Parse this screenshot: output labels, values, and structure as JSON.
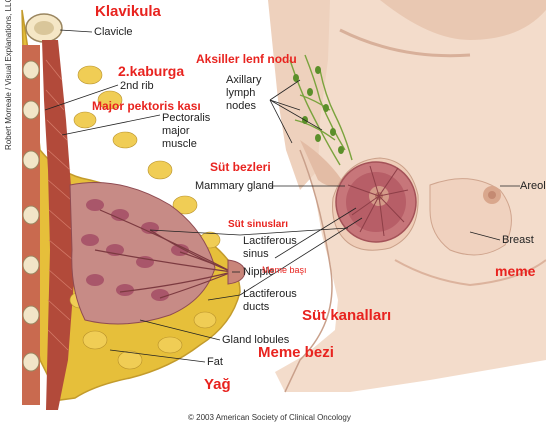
{
  "credit_vertical": "Robert Morreale / Visual Explanations, LLC",
  "copyright": "© 2003 American Society of Clinical Oncology",
  "labels_en": {
    "clavicle": "Clavicle",
    "rib": "2nd rib",
    "pectoralis": [
      "Pectoralis",
      "major",
      "muscle"
    ],
    "axillary": [
      "Axillary",
      "lymph",
      "nodes"
    ],
    "mammary": "Mammary gland",
    "areola": "Areola",
    "lact_sinus": [
      "Lactiferous",
      "sinus"
    ],
    "nipple": "Nipple",
    "lact_ducts": [
      "Lactiferous",
      "ducts"
    ],
    "gland_lobules": "Gland lobules",
    "fat": "Fat",
    "breast": "Breast"
  },
  "labels_tr": {
    "klavikula": "Klavikula",
    "kaburga": "2.kaburga",
    "pektoris": "Major pektoris kası",
    "aksiller": "Aksiller lenf nodu",
    "sut_bezleri": "Süt bezleri",
    "sut_sinuslari": "Süt sinusları",
    "meme_basi": "Meme başı",
    "meme": "meme",
    "sut_kanallari": "Süt kanalları",
    "meme_bezi": "Meme bezi",
    "yag": "Yağ"
  },
  "colors": {
    "turkish_label": "#e8231f",
    "fat": "#e6bf3a",
    "muscle": "#b24a3a",
    "gland": "#a9566a",
    "skin": "#f1d8c6"
  }
}
